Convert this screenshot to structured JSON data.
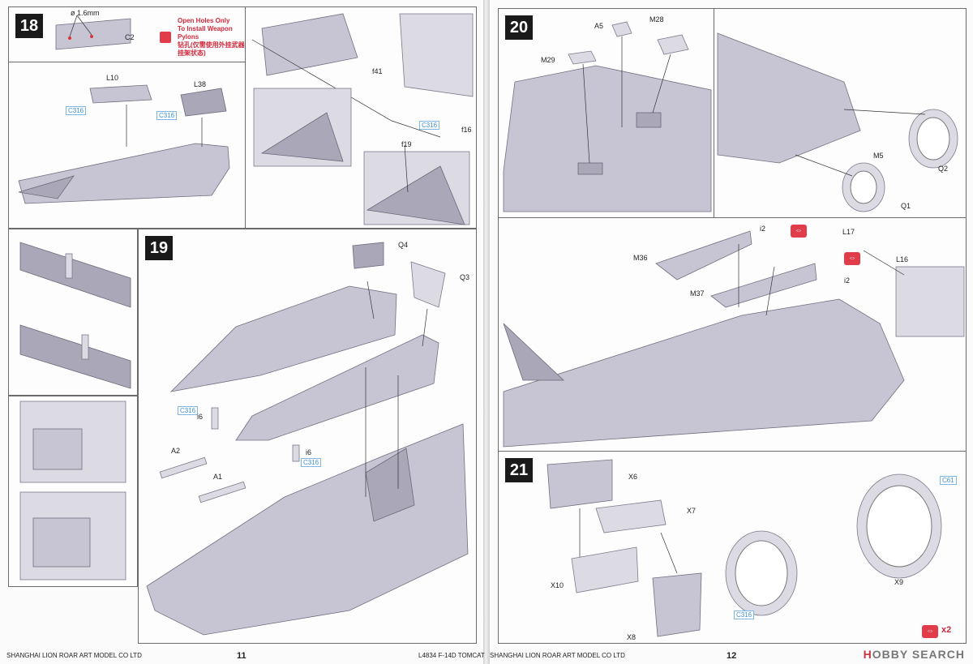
{
  "left_page": {
    "step18": {
      "number": "18",
      "drill_size": "ø 1.6mm",
      "note_line1": "Open Holes Only",
      "note_line2": "To Install Weapon Pylons",
      "note_line3": "钻孔(仅需使用外挂武器挂架状态)",
      "labels": [
        "C2",
        "L10",
        "L38",
        "C316",
        "C316",
        "f41",
        "C316",
        "f16",
        "f19"
      ]
    },
    "step19": {
      "number": "19",
      "labels": [
        "Q4",
        "Q3",
        "C316",
        "i6",
        "i6",
        "C316",
        "A2",
        "A1"
      ]
    },
    "footer_company": "SHANGHAI LION ROAR ART MODEL CO LTD",
    "page_number": "11",
    "footer_model": "L4834 F-14D TOMCAT"
  },
  "right_page": {
    "step20": {
      "number": "20",
      "labels": [
        "A5",
        "M28",
        "M29",
        "M5",
        "Q2",
        "Q1",
        "i2",
        "L17",
        "M36",
        "L16",
        "i2",
        "M37"
      ]
    },
    "step21": {
      "number": "21",
      "labels": [
        "X6",
        "X7",
        "C61",
        "X10",
        "X9",
        "C316",
        "X8"
      ],
      "multiplier": "x2"
    },
    "footer_company": "SHANGHAI LION ROAR ART MODEL CO LTD",
    "page_number": "12",
    "watermark_a": "H",
    "watermark_b": "OBBY SEARCH"
  }
}
